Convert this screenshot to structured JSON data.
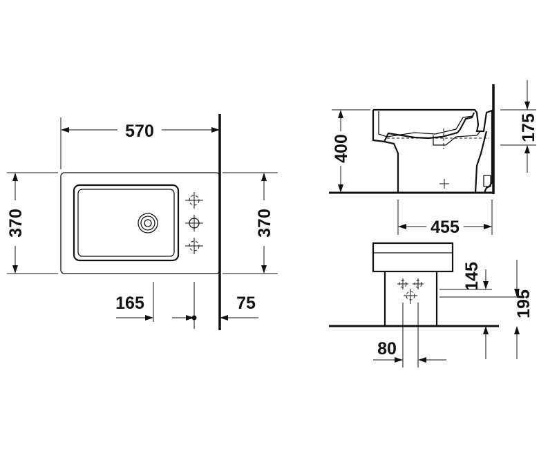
{
  "dimensions": {
    "top_width": "570",
    "top_depth_left": "370",
    "top_depth_right": "370",
    "top_offset_left": "165",
    "top_offset_wall": "75",
    "side_height": "400",
    "side_rim": "175",
    "side_depth": "455",
    "front_inlet": "145",
    "front_outlet": "195",
    "front_offset": "80"
  },
  "icons": {
    "drain": "drain-hole-icon",
    "tap_hole": "tap-hole-icon",
    "fixing": "fixing-point-icon"
  },
  "colors": {
    "line": "#111111",
    "background": "#ffffff"
  }
}
